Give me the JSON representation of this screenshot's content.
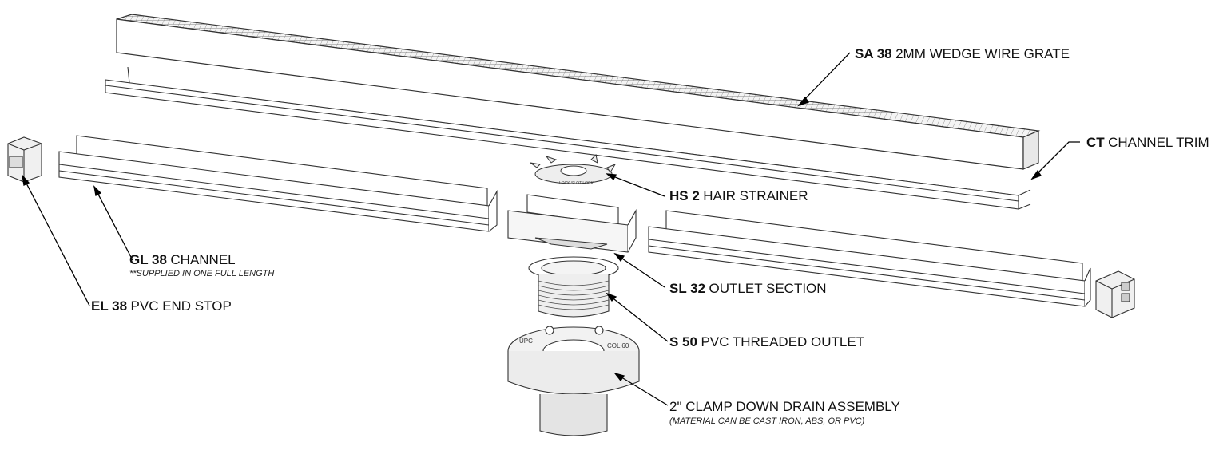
{
  "diagram": {
    "parts": [
      {
        "id": "grate",
        "code": "SA 38",
        "description": "2MM WEDGE WIRE GRATE"
      },
      {
        "id": "trim",
        "code": "CT",
        "description": "CHANNEL TRIM"
      },
      {
        "id": "strainer",
        "code": "HS 2",
        "description": "HAIR STRAINER"
      },
      {
        "id": "channel",
        "code": "GL 38",
        "description": "CHANNEL",
        "note": "**SUPPLIED IN ONE FULL LENGTH"
      },
      {
        "id": "outlet-section",
        "code": "SL 32",
        "description": "OUTLET SECTION"
      },
      {
        "id": "endstop",
        "code": "EL 38",
        "description": "PVC END STOP"
      },
      {
        "id": "threaded-outlet",
        "code": "S 50",
        "description": "PVC THREADED OUTLET"
      },
      {
        "id": "clamp-drain",
        "code": "",
        "description": "2\" CLAMP DOWN DRAIN ASSEMBLY",
        "note": "(MATERIAL CAN BE CAST IRON, ABS, OR PVC)"
      }
    ],
    "stamps": {
      "strainer_text": "LOCK SLOT LOCK",
      "drain_left": "UPC",
      "drain_right": "COL 60"
    }
  }
}
